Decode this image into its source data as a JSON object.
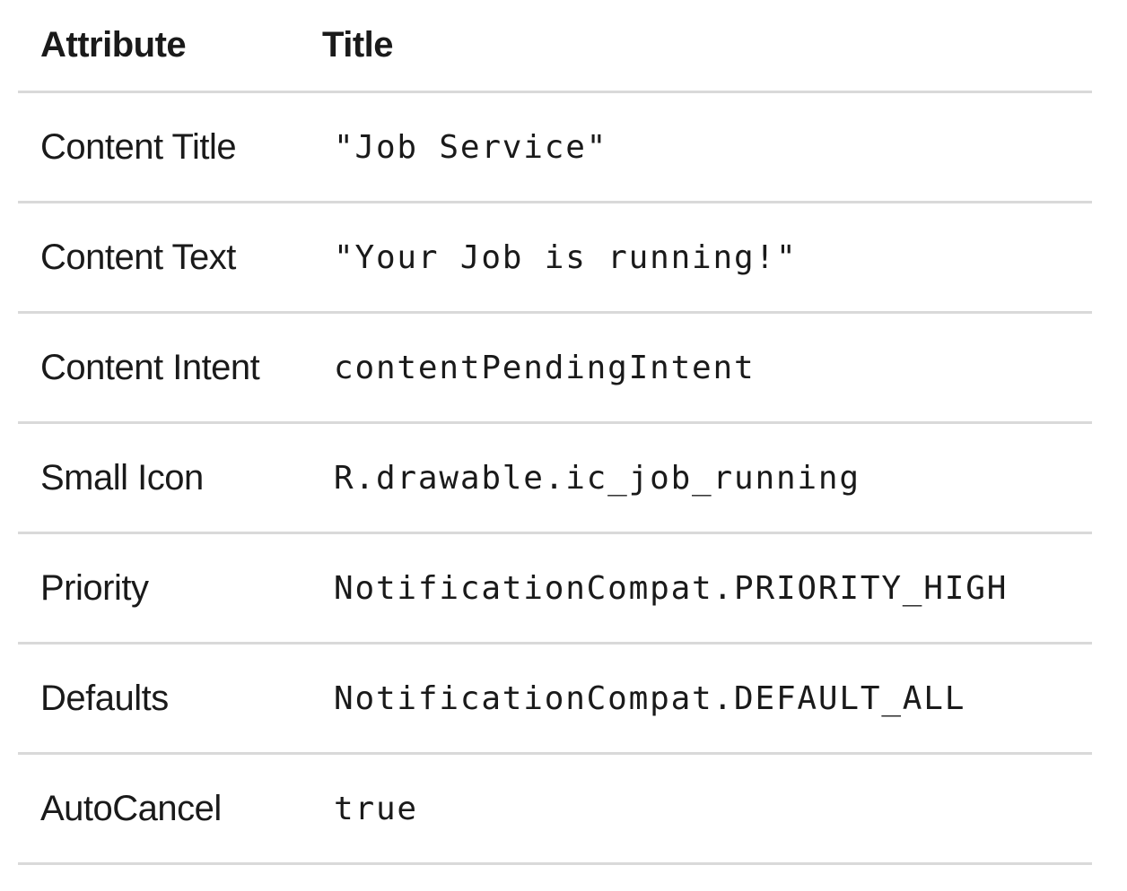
{
  "header": {
    "attribute": "Attribute",
    "title": "Title"
  },
  "rows": [
    {
      "attribute": "Content Title",
      "value": "\"Job Service\""
    },
    {
      "attribute": "Content Text",
      "value": "\"Your Job is running!\""
    },
    {
      "attribute": "Content Intent",
      "value": "contentPendingIntent"
    },
    {
      "attribute": "Small Icon",
      "value": "R.drawable.ic_job_running"
    },
    {
      "attribute": "Priority",
      "value": "NotificationCompat.PRIORITY_HIGH"
    },
    {
      "attribute": "Defaults",
      "value": "NotificationCompat.DEFAULT_ALL"
    },
    {
      "attribute": "AutoCancel",
      "value": "true"
    }
  ]
}
